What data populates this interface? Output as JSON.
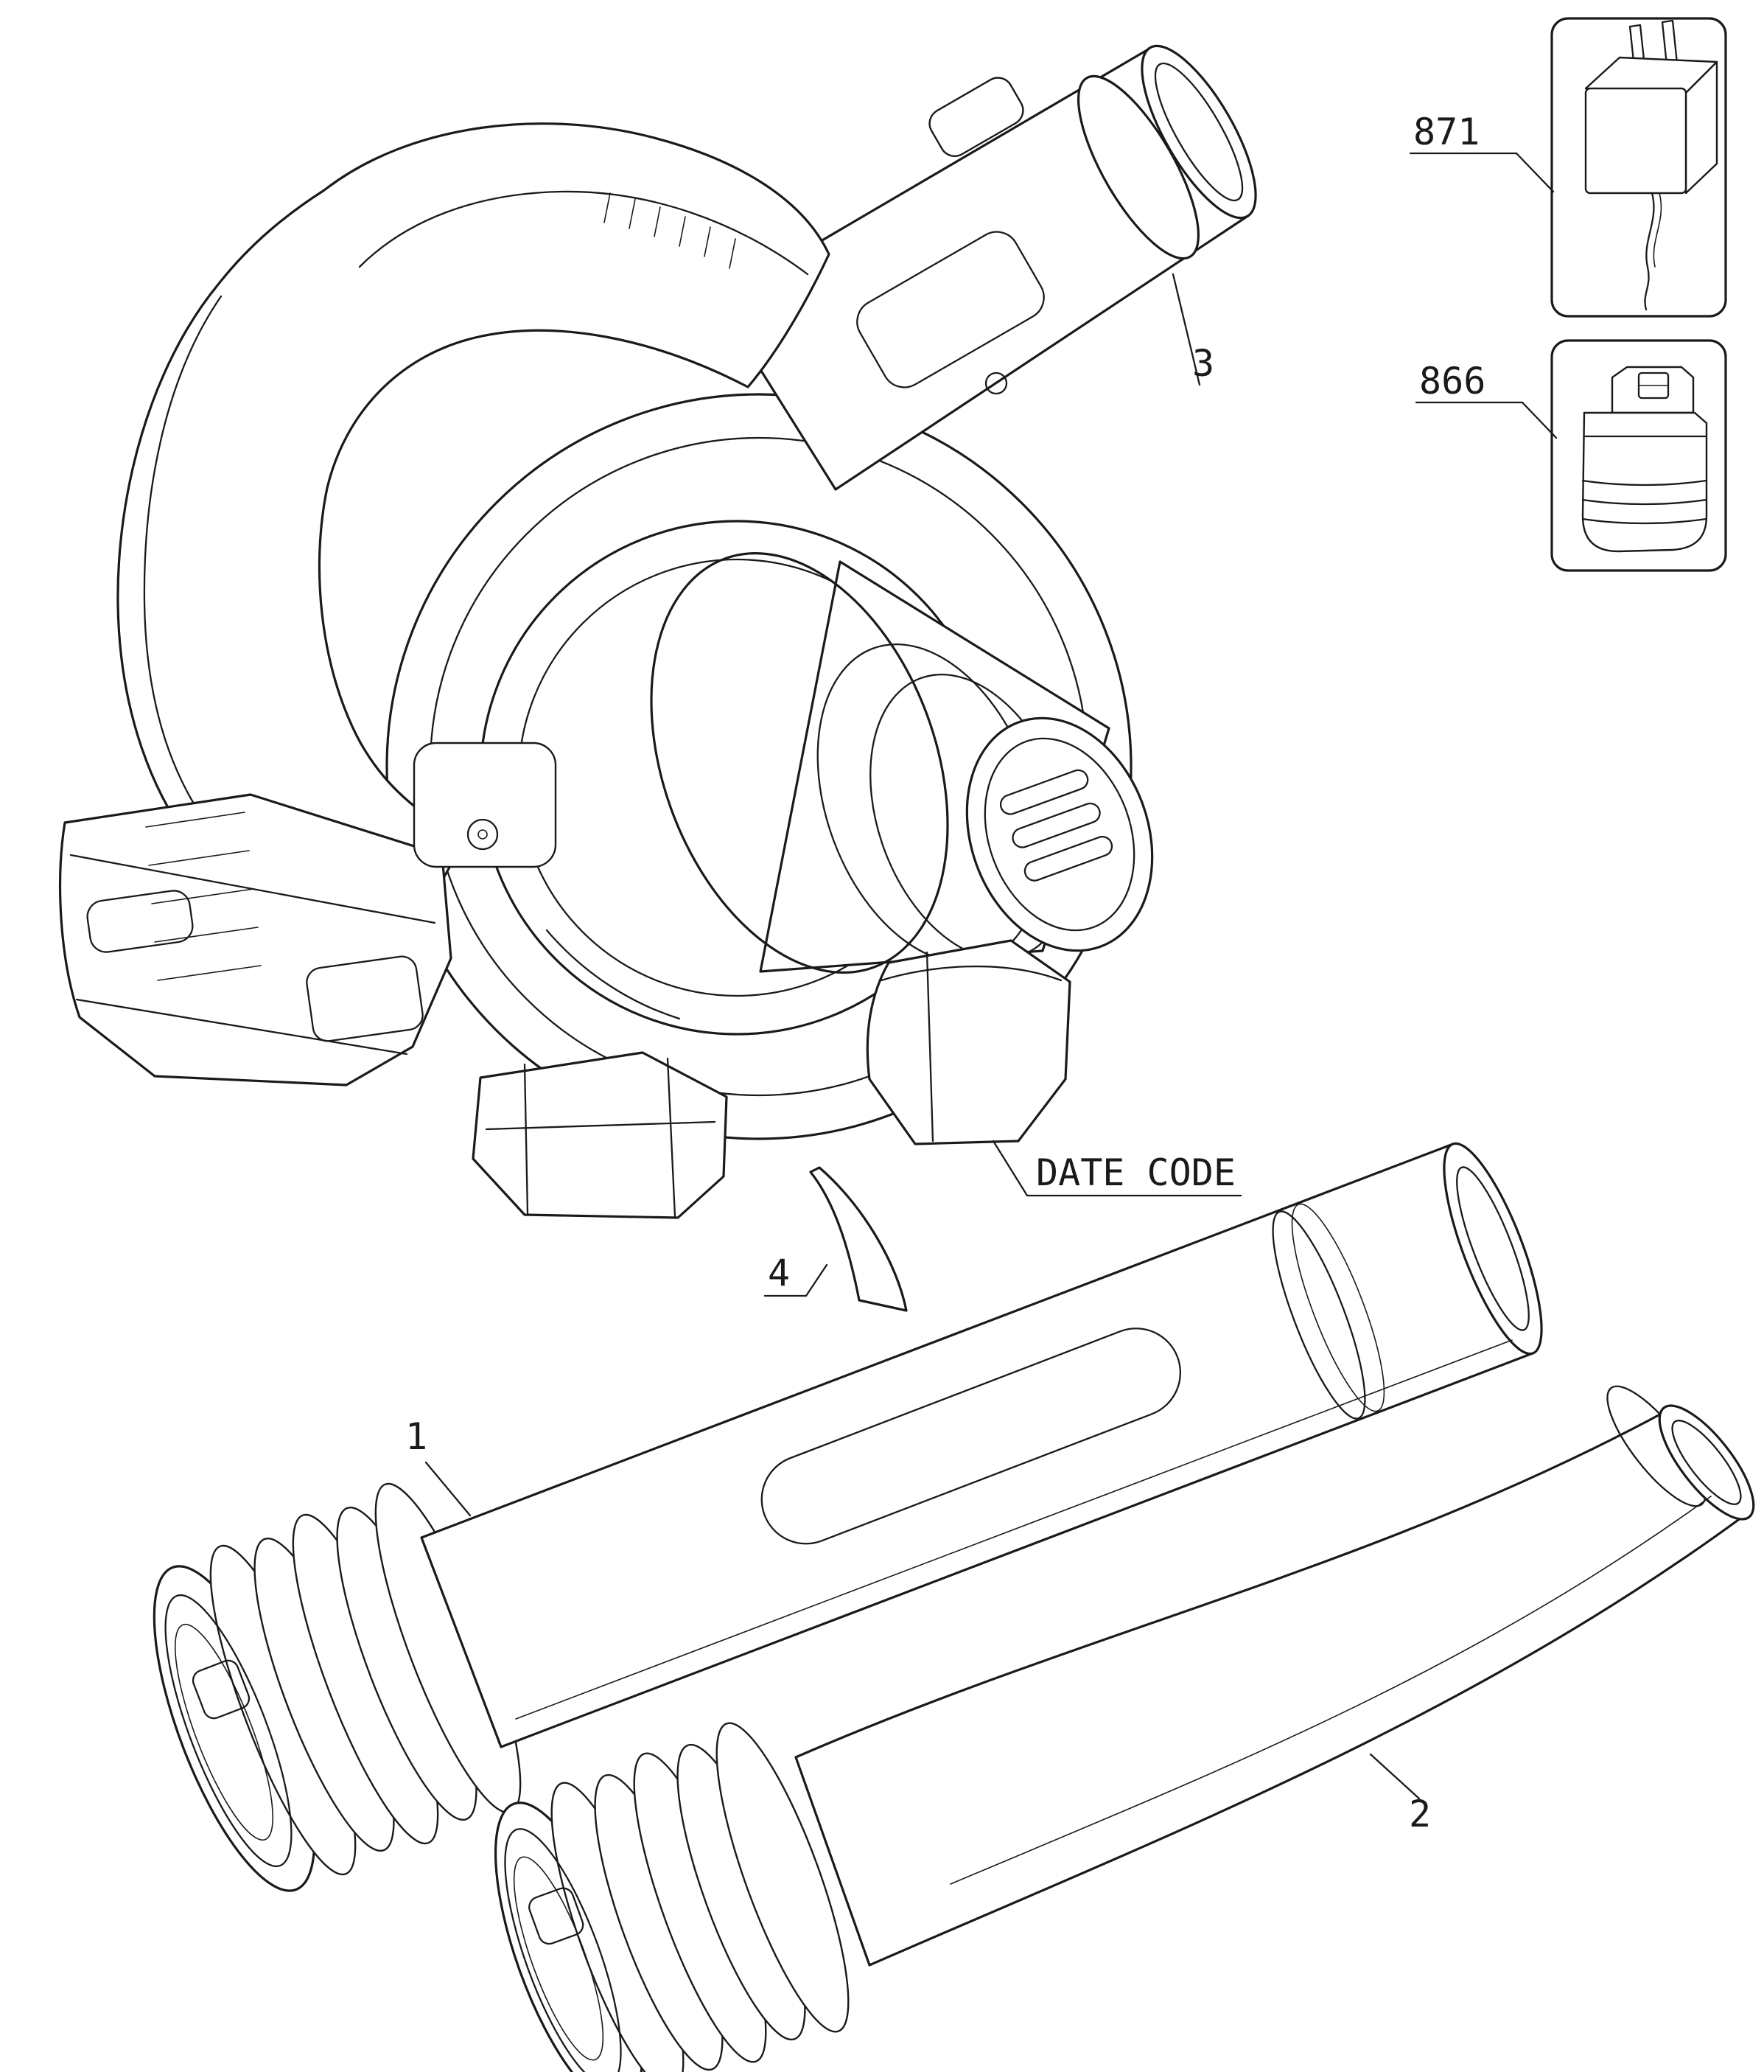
{
  "figure": {
    "type": "exploded-parts-diagram",
    "subject": "handheld-blower"
  },
  "colors": {
    "ink": "#1a1a1a",
    "paper": "#ffffff"
  },
  "callouts": {
    "tube_straight": "1",
    "tube_curved": "2",
    "blower": "3",
    "sticker": "4",
    "battery": "866",
    "charger": "871",
    "date_code": "DATE CODE"
  }
}
